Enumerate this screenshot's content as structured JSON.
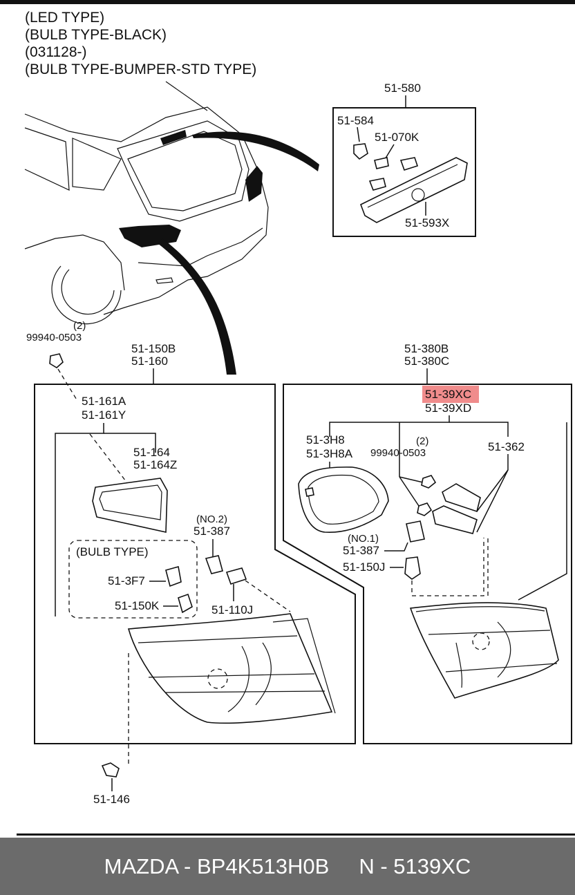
{
  "header_notes": [
    "(LED TYPE)",
    "(BULB TYPE-BLACK)",
    "(031128-)",
    "(BULB TYPE-BUMPER-STD TYPE)"
  ],
  "parts": {
    "p51580": "51-580",
    "p51584": "51-584",
    "p51070k": "51-070K",
    "p51593x": "51-593X",
    "qty2_left": "(2)",
    "p99940_left": "99940-0503",
    "p51150b": "51-150B",
    "p51160": "51-160",
    "p51161a": "51-161A",
    "p51161y": "51-161Y",
    "p51164": "51-164",
    "p51164z": "51-164Z",
    "bulb_type": "(BULB  TYPE)",
    "p513f7": "51-3F7",
    "p51150k": "51-150K",
    "no2": "(NO.2)",
    "p51387_left": "51-387",
    "p51110j": "51-110J",
    "p51146": "51-146",
    "p51380b": "51-380B",
    "p51380c": "51-380C",
    "p5139xc": "51-39XC",
    "p5139xd": "51-39XD",
    "p513h8": "51-3H8",
    "p513h8a": "51-3H8A",
    "qty2_right": "(2)",
    "p99940_right": "99940-0503",
    "p51362": "51-362",
    "no1": "(NO.1)",
    "p51387_right": "51-387",
    "p51150j": "51-150J"
  },
  "highlight_color": "#f08c8c",
  "footer": {
    "text": "MAZDA - BP4K513H0B     N - 5139XC"
  }
}
